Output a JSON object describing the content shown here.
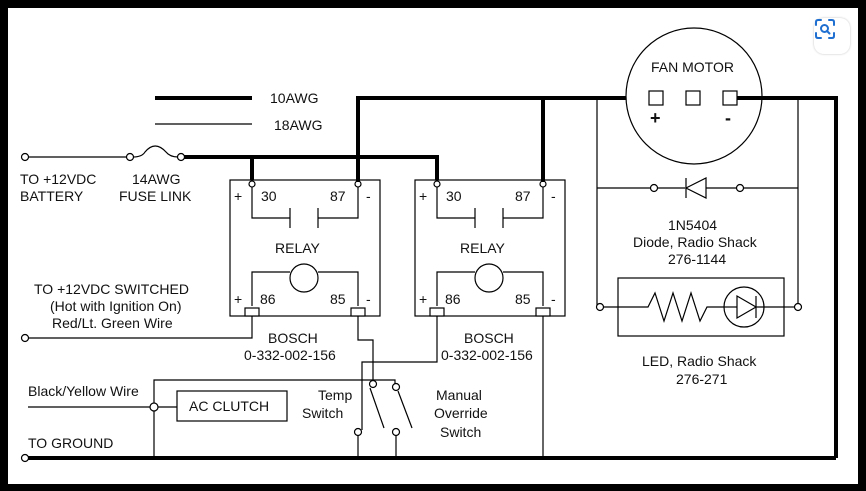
{
  "legend": {
    "thick_label": "10AWG",
    "thin_label": "18AWG"
  },
  "battery": {
    "line1": "TO +12VDC",
    "line2": "BATTERY"
  },
  "fuse": {
    "line1": "14AWG",
    "line2": "FUSE LINK"
  },
  "switched": {
    "line1": "TO +12VDC SWITCHED",
    "line2": "(Hot with Ignition On)",
    "line3": "Red/Lt. Green Wire"
  },
  "black_yellow": "Black/Yellow Wire",
  "ac_clutch": "AC CLUTCH",
  "ground": "TO GROUND",
  "relay1": {
    "label": "RELAY",
    "t30": "30",
    "t87": "87",
    "t86": "86",
    "t85": "85",
    "plus_top": "+",
    "minus_top": "-",
    "plus_bot": "+",
    "minus_bot": "-",
    "brand": "BOSCH",
    "part": "0-332-002-156"
  },
  "relay2": {
    "label": "RELAY",
    "t30": "30",
    "t87": "87",
    "t86": "86",
    "t85": "85",
    "plus_top": "+",
    "minus_top": "-",
    "plus_bot": "+",
    "minus_bot": "-",
    "brand": "BOSCH",
    "part": "0-332-002-156"
  },
  "temp_switch": {
    "line1": "Temp",
    "line2": "Switch"
  },
  "manual_switch": {
    "line1": "Manual",
    "line2": "Override",
    "line3": "Switch"
  },
  "fan_motor": {
    "label": "FAN MOTOR",
    "plus": "+",
    "minus": "-"
  },
  "diode": {
    "line1": "1N5404",
    "line2": "Diode, Radio Shack",
    "line3": "276-1144"
  },
  "led": {
    "line1": "LED, Radio Shack",
    "line2": "276-271"
  },
  "scan_button_icon": "scan-icon"
}
